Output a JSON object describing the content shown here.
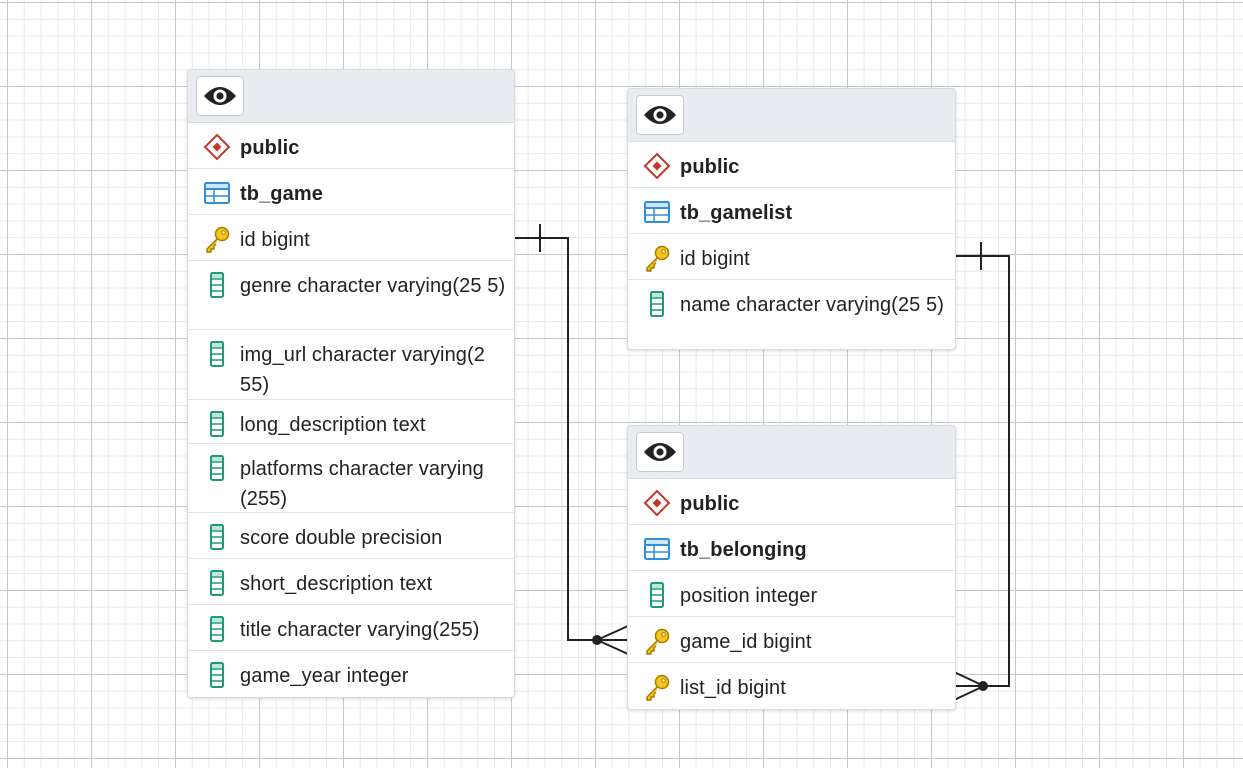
{
  "colors": {
    "grid_major": "#c3c7cf",
    "grid_minor": "#e6e8ec",
    "header_bg": "#e8ebf0",
    "schema_icon": "#c0392b",
    "table_icon": "#2f8fdc",
    "key_icon": "#e9b500",
    "column_icon": "#1a9b7a",
    "connector": "#222222"
  },
  "entities": {
    "tb_game": {
      "schema": "public",
      "table": "tb_game",
      "columns": [
        {
          "text": "id bigint",
          "icon": "key-icon"
        },
        {
          "text": "genre character varying(25 5)",
          "icon": "column-icon"
        },
        {
          "text": "img_url character varying(2 55)",
          "icon": "column-icon"
        },
        {
          "text": "long_description text",
          "icon": "column-icon"
        },
        {
          "text": "platforms character varying (255)",
          "icon": "column-icon"
        },
        {
          "text": "score double precision",
          "icon": "column-icon"
        },
        {
          "text": "short_description text",
          "icon": "column-icon"
        },
        {
          "text": "title character varying(255)",
          "icon": "column-icon"
        },
        {
          "text": "game_year integer",
          "icon": "column-icon"
        }
      ]
    },
    "tb_gamelist": {
      "schema": "public",
      "table": "tb_gamelist",
      "columns": [
        {
          "text": "id bigint",
          "icon": "key-icon"
        },
        {
          "text": "name character varying(25 5)",
          "icon": "column-icon"
        }
      ]
    },
    "tb_belonging": {
      "schema": "public",
      "table": "tb_belonging",
      "columns": [
        {
          "text": "position integer",
          "icon": "column-icon"
        },
        {
          "text": "game_id bigint",
          "icon": "key-icon"
        },
        {
          "text": "list_id bigint",
          "icon": "key-icon"
        }
      ]
    }
  },
  "relationships": [
    {
      "from": "tb_game.id",
      "to": "tb_belonging.game_id",
      "from_cardinality": "one",
      "to_cardinality": "many"
    },
    {
      "from": "tb_gamelist.id",
      "to": "tb_belonging.list_id",
      "from_cardinality": "one",
      "to_cardinality": "many"
    }
  ]
}
